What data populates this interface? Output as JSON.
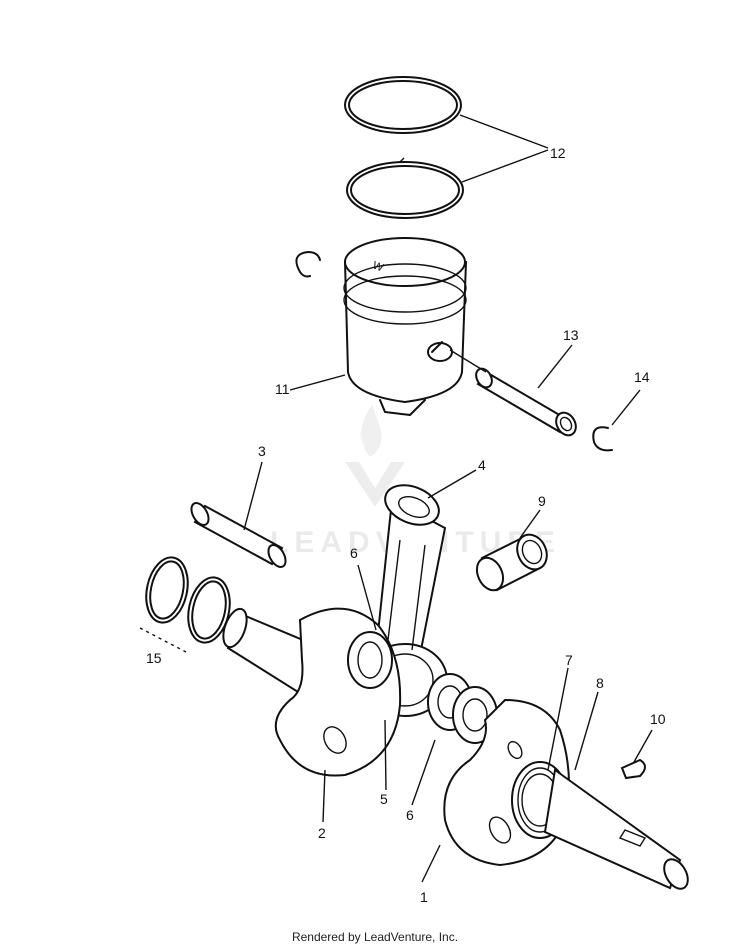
{
  "watermark": "LEADVENTURE",
  "callouts": {
    "c1": "1",
    "c2": "2",
    "c3": "3",
    "c4": "4",
    "c5": "5",
    "c6a": "6",
    "c6b": "6",
    "c7": "7",
    "c8": "8",
    "c9": "9",
    "c10": "10",
    "c11": "11",
    "c12": "12",
    "c13": "13",
    "c14": "14",
    "c15": "15"
  },
  "footer": "Rendered by LeadVenture, Inc."
}
